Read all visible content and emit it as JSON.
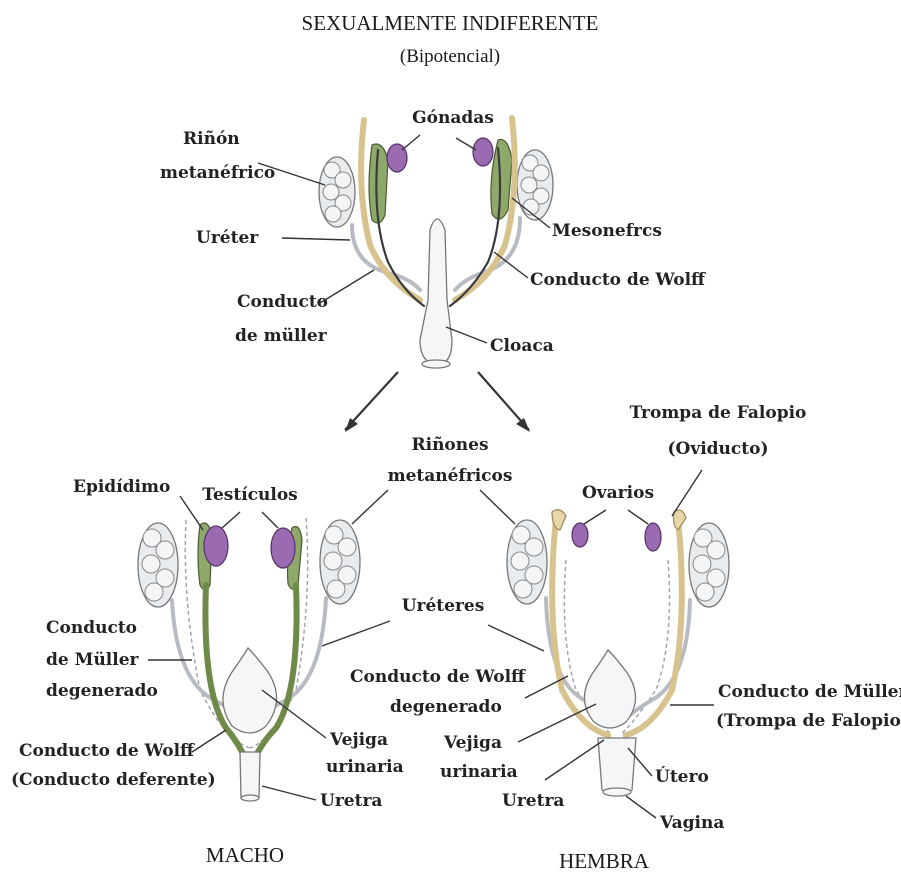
{
  "title": "SEXUALMENTE INDIFERENTE",
  "subtitle": "(Bipotencial)",
  "top_labels": {
    "gonadas": "Gónadas",
    "rinon_1": "Riñón",
    "rinon_2": "metanéfrico",
    "ureter": "Uréter",
    "mesonefros": "Mesonefrcs",
    "wolff": "Conducto de Wolff",
    "muller_1": "Conducto",
    "muller_2": "de müller",
    "cloaca": "Cloaca"
  },
  "middle_labels": {
    "rinones_1": "Riñones",
    "rinones_2": "metanéfricos",
    "ureteres": "Uréteres"
  },
  "male": {
    "caption": "MACHO",
    "epididimo": "Epidídimo",
    "testiculos": "Testículos",
    "muller_deg_1": "Conducto",
    "muller_deg_2": "de Müller",
    "muller_deg_3": "degenerado",
    "wolff_1": "Conducto de Wolff",
    "wolff_2": "(Conducto deferente)",
    "vejiga_1": "Vejiga",
    "vejiga_2": "urinaria",
    "uretra": "Uretra"
  },
  "female": {
    "caption": "HEMBRA",
    "trompa_1": "Trompa de Falopio",
    "trompa_2": "(Oviducto)",
    "ovarios": "Ovarios",
    "wolff_deg_1": "Conducto de Wolff",
    "wolff_deg_2": "degenerado",
    "muller_1": "Conducto de Müller",
    "muller_2": "(Trompa de Falopio)",
    "vejiga_1": "Vejiga",
    "vejiga_2": "urinaria",
    "uretra": "Uretra",
    "utero": "Útero",
    "vagina": "Vagina"
  },
  "colors": {
    "wolff_duct": "#6d8a48",
    "muller_duct": "#d8c38f",
    "gonad": "#9a6bb0",
    "kidney": "#e9ecef"
  }
}
